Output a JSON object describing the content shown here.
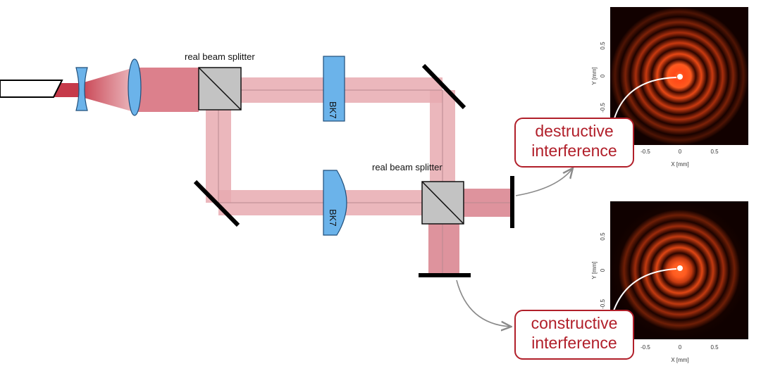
{
  "diagram": {
    "splitter_top_label": "real beam splitter",
    "splitter_bottom_label": "real beam splitter",
    "glass_top_label": "BK7",
    "glass_bottom_label": "BK7"
  },
  "callouts": {
    "destructive": {
      "line1": "destructive",
      "line2": "interference"
    },
    "constructive": {
      "line1": "constructive",
      "line2": "interference"
    }
  },
  "plots": [
    {
      "name": "destructive-pattern",
      "xlabel": "X [mm]",
      "ylabel": "Y [mm]",
      "xticks": [
        "-0.5",
        "0",
        "0.5"
      ],
      "yticks": [
        "0.5",
        "0",
        "-0.5"
      ]
    },
    {
      "name": "constructive-pattern",
      "xlabel": "X [mm]",
      "ylabel": "Y [mm]",
      "xticks": [
        "-0.5",
        "0",
        "0.5"
      ],
      "yticks": [
        "0.5",
        "0",
        "-0.5"
      ]
    }
  ],
  "colors": {
    "beam": "#e7aab0",
    "beam_dark": "#c63a4a",
    "lens": "#6bb3ea",
    "splitter": "#c3c3c3",
    "accent": "#b11f2a",
    "pattern_core": "#ff5a1f"
  }
}
